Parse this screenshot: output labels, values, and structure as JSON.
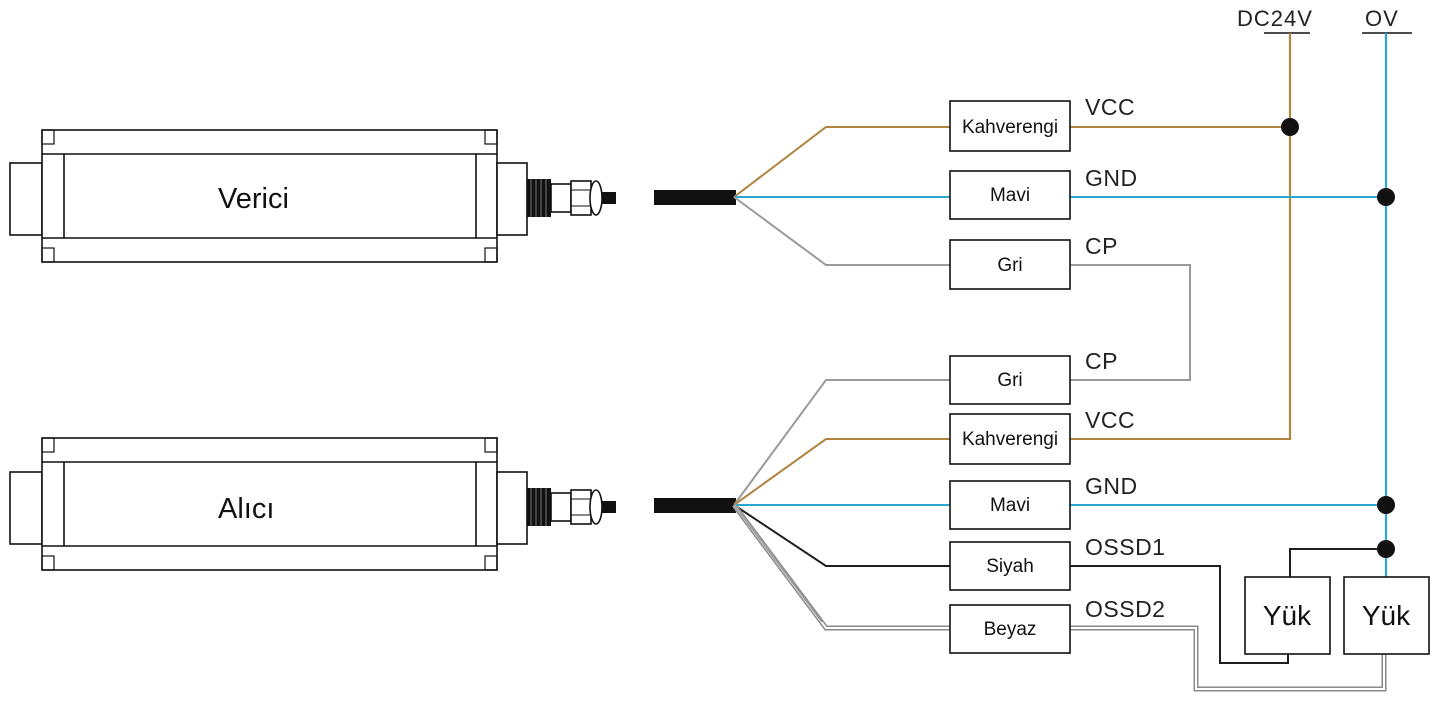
{
  "colors": {
    "brown": "#b0833f",
    "blue": "#2aa6d3",
    "gray": "#9a9a9a",
    "black": "#1e1e1e",
    "white_wire_outline": "#8a8a8a"
  },
  "units": {
    "transmitter": "Verici",
    "receiver": "Alıcı"
  },
  "rails": {
    "supply": "DC24V",
    "ground": "OV"
  },
  "transmitter_wires": [
    {
      "color_label": "Kahverengi",
      "signal": "VCC"
    },
    {
      "color_label": "Mavi",
      "signal": "GND"
    },
    {
      "color_label": "Gri",
      "signal": "CP"
    }
  ],
  "receiver_wires": [
    {
      "color_label": "Gri",
      "signal": "CP"
    },
    {
      "color_label": "Kahverengi",
      "signal": "VCC"
    },
    {
      "color_label": "Mavi",
      "signal": "GND"
    },
    {
      "color_label": "Siyah",
      "signal": "OSSD1"
    },
    {
      "color_label": "Beyaz",
      "signal": "OSSD2"
    }
  ],
  "loads": [
    "Yük",
    "Yük"
  ]
}
